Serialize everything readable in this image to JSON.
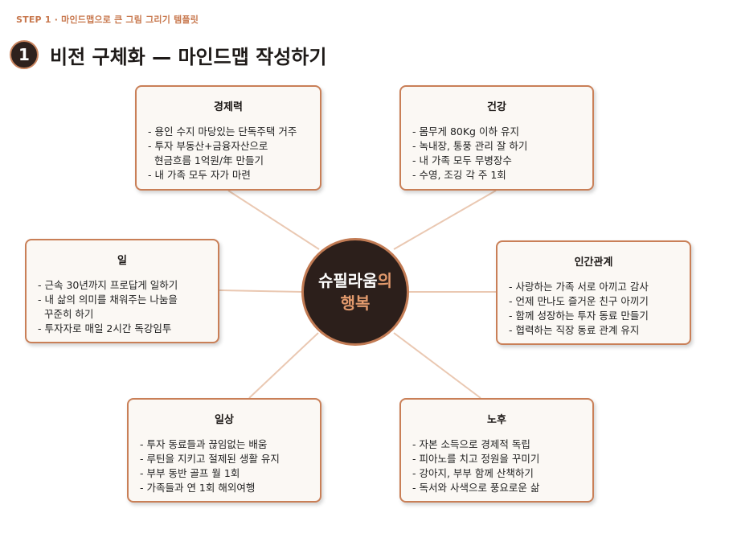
{
  "step_label": "STEP 1 · 마인드맵으로 큰 그림 그리기 템플릿",
  "title": {
    "number": "1",
    "text": "비전 구체화 — 마인드맵 작성하기"
  },
  "center": {
    "line1_main": "슈필라움",
    "line1_accent": "의",
    "line2": "행복"
  },
  "colors": {
    "accent": "#c97f57",
    "center_fill": "#2c1f1b",
    "card_bg": "#fbf8f4",
    "connector": "#eac8b2"
  },
  "cards": [
    {
      "key": "economy",
      "title": "경제력",
      "items": [
        "- 용인 수지 마당있는 단독주택 거주",
        "- 투자 부동산+금융자산으로",
        "  현금흐름 1억원/年 만들기",
        "- 내 가족 모두 자가 마련"
      ]
    },
    {
      "key": "health",
      "title": "건강",
      "items": [
        "- 몸무게 80Kg 이하 유지",
        "- 녹내장, 통풍 관리 잘 하기",
        "- 내 가족 모두 무병장수",
        "- 수영, 조깅 각 주 1회"
      ]
    },
    {
      "key": "work",
      "title": "일",
      "items": [
        "- 근속 30년까지 프로답게 일하기",
        "- 내 삶의 의미를 채워주는 나눔을",
        "  꾸준히 하기",
        "- 투자자로 매일 2시간 독강임투"
      ]
    },
    {
      "key": "relations",
      "title": "인간관계",
      "items": [
        "- 사랑하는 가족 서로 아끼고 감사",
        "- 언제 만나도 즐거운 친구 아끼기",
        "- 함께 성장하는 투자 동료 만들기",
        "- 협력하는 직장 동료 관계 유지"
      ]
    },
    {
      "key": "daily",
      "title": "일상",
      "items": [
        "- 투자 동료들과 끊임없는 배움",
        "- 루틴을 지키고 절제된 생활 유지",
        "- 부부 동반 골프 월 1회",
        "- 가족들과 연 1회 해외여행"
      ]
    },
    {
      "key": "retirement",
      "title": "노후",
      "items": [
        "- 자본 소득으로 경제적 독립",
        "- 피아노를 치고 정원을 꾸미기",
        "- 강아지, 부부 함께 산책하기",
        "- 독서와 사색으로 풍요로운 삶"
      ]
    }
  ]
}
